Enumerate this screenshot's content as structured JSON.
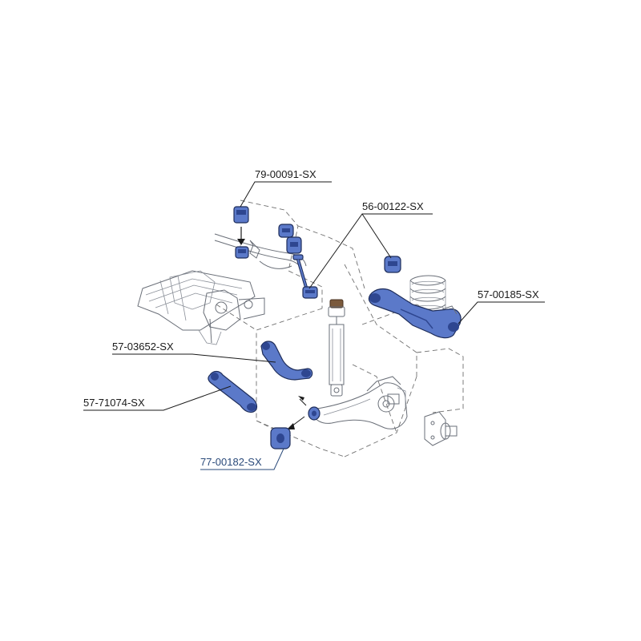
{
  "colors": {
    "highlight": "#5b79c9",
    "highlight_dark": "#2e4690",
    "outline": "#6a6f78",
    "label": "#1a1a1a",
    "link_label": "#2a4a7a"
  },
  "parts": [
    {
      "id": "stabilizer-bushing",
      "label": "79-00091-SX",
      "is_link": false
    },
    {
      "id": "strut-mount-bushing",
      "label": "56-00122-SX",
      "is_link": false
    },
    {
      "id": "lower-control-arm",
      "label": "57-00185-SX",
      "is_link": false
    },
    {
      "id": "upper-control-arm",
      "label": "57-03652-SX",
      "is_link": false
    },
    {
      "id": "lateral-link",
      "label": "57-71074-SX",
      "is_link": false
    },
    {
      "id": "knuckle-bushing",
      "label": "77-00182-SX",
      "is_link": true
    }
  ]
}
